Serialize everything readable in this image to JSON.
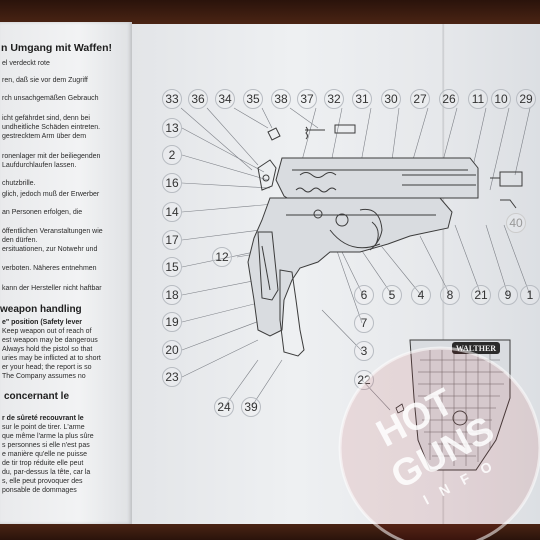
{
  "left_panel": {
    "german_heading": "n Umgang mit Waffen!",
    "german_lines": [
      "el verdeckt rote",
      "ren, daß sie vor dem Zugriff",
      "rch unsachgemäßen Gebrauch",
      "icht gefährdet sind, denn bei",
      "undheitliche Schäden eintreten.",
      "gestrecktem Arm über dem",
      "ronenlager mit der beiliegenden",
      "Laufdurchlaufen lassen.",
      "chutzbrille.",
      "glich, jedoch muß der Erwerber",
      "an Personen erfolgen, die",
      "öffentlichen Veranstaltungen wie",
      "den dürfen.",
      "ersituationen, zur Notwehr und",
      "verboten. Näheres entnehmen",
      "kann der Hersteller nicht haftbar"
    ],
    "english_heading": "weapon handling",
    "english_subheading": "e\" position (Safety lever",
    "english_lines": [
      "Keep weapon out of reach of",
      "est weapon may be dangerous",
      "Always hold the pistol so that",
      "uries may be inflicted at to short",
      "er your head; the report is so",
      "The Company assumes no"
    ],
    "french_heading": "concernant le",
    "french_subheading": "r de sûreté recouvrant le",
    "french_lines": [
      "sur le point de tirer. L'arme",
      "que même l'arme la plus sûre",
      "s personnes si elle n'est pas",
      "e manière qu'elle ne puisse",
      "de tir trop réduite elle peut",
      "du, par-dessus la tête, car la",
      "s, elle peut provoquer des",
      "ponsable de dommages"
    ]
  },
  "diagram": {
    "part_numbers": [
      "33",
      "36",
      "34",
      "35",
      "38",
      "37",
      "32",
      "31",
      "30",
      "27",
      "26",
      "11",
      "10",
      "29",
      "13",
      "2",
      "16",
      "14",
      "17",
      "15",
      "18",
      "19",
      "20",
      "23",
      "12",
      "6",
      "5",
      "4",
      "8",
      "21",
      "9",
      "1",
      "7",
      "3",
      "22",
      "24",
      "39",
      "40"
    ],
    "grip_text": "WALTHER"
  },
  "watermark": {
    "line1": "HOT",
    "line2": "GUNS",
    "line3": "INFO"
  },
  "colors": {
    "paper": "#eceef0",
    "ink": "#2b2b2b",
    "wood": "#3a1d12",
    "watermark": "#ffffff"
  }
}
